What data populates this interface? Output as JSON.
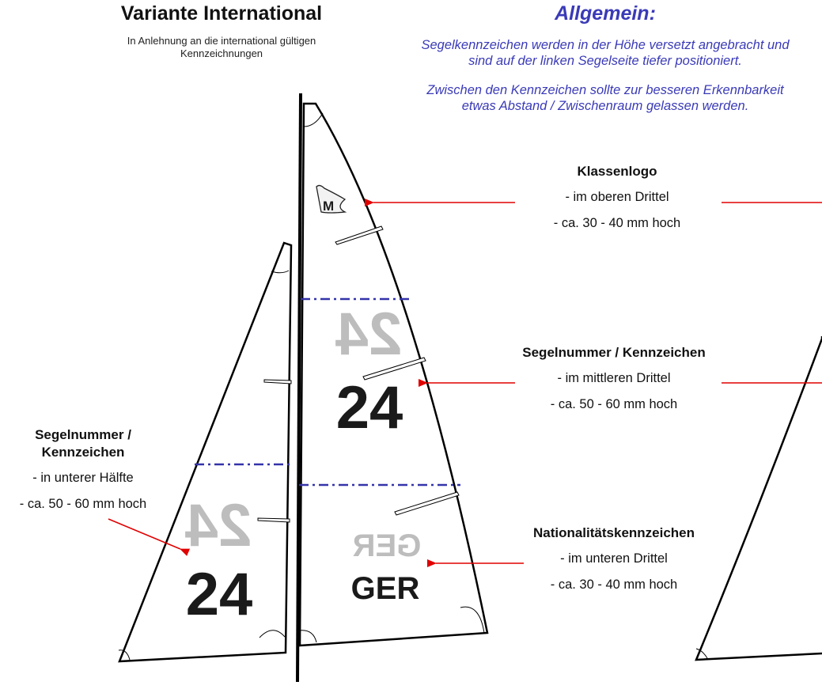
{
  "header": {
    "title": "Variante International",
    "subtitle_line1": "In Anlehnung an die international gültigen",
    "subtitle_line2": "Kennzeichnungen"
  },
  "general": {
    "title": "Allgemein:",
    "p1_line1": "Segelkennzeichen werden in der Höhe versetzt angebracht und",
    "p1_line2": "sind auf der linken Segelseite tiefer positioniert.",
    "p2_line1": "Zwischen den Kennzeichen sollte zur besseren Erkennbarkeit",
    "p2_line2": "etwas Abstand / Zwischenraum gelassen werden."
  },
  "labels": {
    "logo": {
      "head": "Klassenlogo",
      "line1": "- im oberen Drittel",
      "line2": "- ca. 30 - 40 mm hoch"
    },
    "sailnum_main": {
      "head": "Segelnummer / Kennzeichen",
      "line1": "- im mittleren Drittel",
      "line2": "- ca. 50 - 60 mm hoch"
    },
    "nation": {
      "head": "Nationalitätskennzeichen",
      "line1": "- im unteren Drittel",
      "line2": "- ca. 30 - 40 mm hoch"
    },
    "sailnum_jib": {
      "head1": "Segelnummer /",
      "head2": "Kennzeichen",
      "line1": "- in unterer Hälfte",
      "line2": "- ca. 50 - 60 mm hoch"
    }
  },
  "sail_marks": {
    "main_number": "24",
    "main_number_ghost": "24",
    "nation": "GER",
    "nation_ghost": "GER",
    "jib_number": "24",
    "jib_number_ghost": "24",
    "logo": "M"
  },
  "colors": {
    "arrow": "#e00000",
    "dashed_line": "#3333aa",
    "general_text": "#3a3ab8"
  }
}
